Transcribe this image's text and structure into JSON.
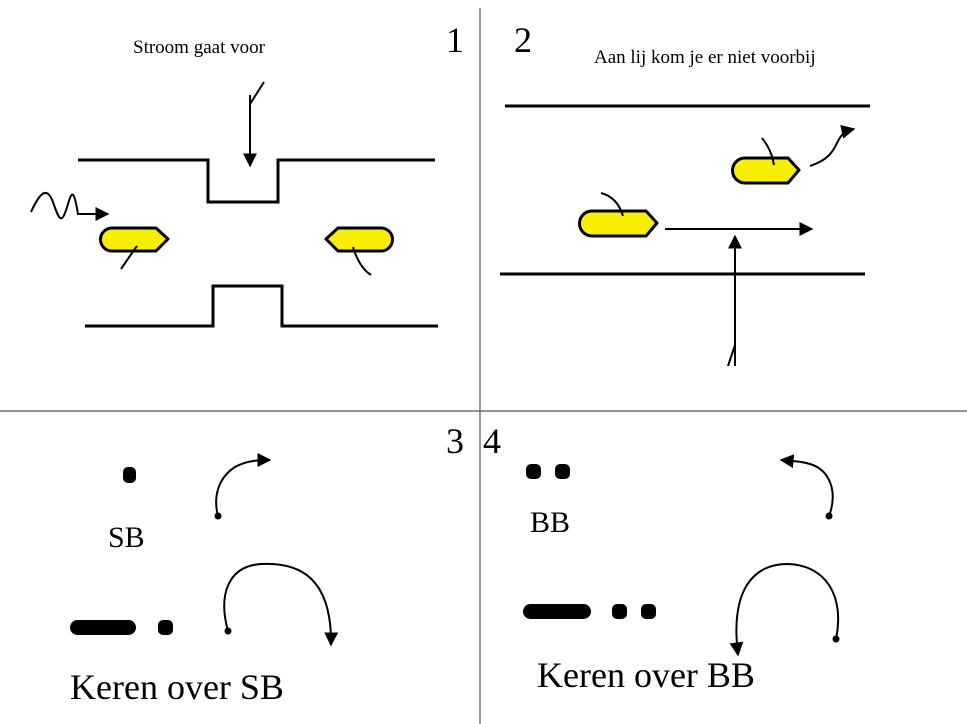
{
  "panels": [
    {
      "number": "1",
      "caption": "Stroom gaat voor"
    },
    {
      "number": "2",
      "caption": "Aan lij kom je er niet voorbij"
    },
    {
      "number": "3",
      "caption_short": "SB",
      "caption_long": "Keren over SB"
    },
    {
      "number": "4",
      "caption_short": "BB",
      "caption_long": "Keren over BB"
    }
  ],
  "colors": {
    "boat_fill": "#f8ee00",
    "ink": "#000000",
    "divider": "#555555"
  },
  "icons": [
    "wind-arrow-icon",
    "current-arrow-icon",
    "boat-icon",
    "turn-arrow-icon",
    "signal-dot-icon",
    "signal-dash-icon"
  ]
}
